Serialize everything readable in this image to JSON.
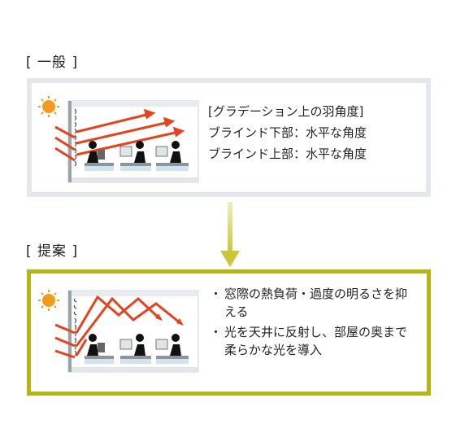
{
  "general": {
    "label": "[ 一般 ]",
    "heading": "[グラデーション上の羽角度]",
    "lines": [
      "ブラインド下部：水平な角度",
      "ブラインド上部：水平な角度"
    ]
  },
  "proposal": {
    "label": "[ 提案 ]",
    "bullets": [
      {
        "marker": "・",
        "text": "窓際の熱負荷・過度の明るさを抑える"
      },
      {
        "marker": "・",
        "text": "光を天井に反射し、部屋の奥まで柔らかな光を導入"
      }
    ]
  },
  "colors": {
    "general_border": "#e4e8ec",
    "proposal_border": "#b5b514",
    "sun": "#f39a1b",
    "light_ray": "#e5421e",
    "flow_arrow": "#c9c63a",
    "desk_light": "#cfe3f0"
  },
  "icons": {
    "sun": "sun-icon",
    "arrow": "down-arrow-icon",
    "worker": "person-at-desk-icon"
  }
}
